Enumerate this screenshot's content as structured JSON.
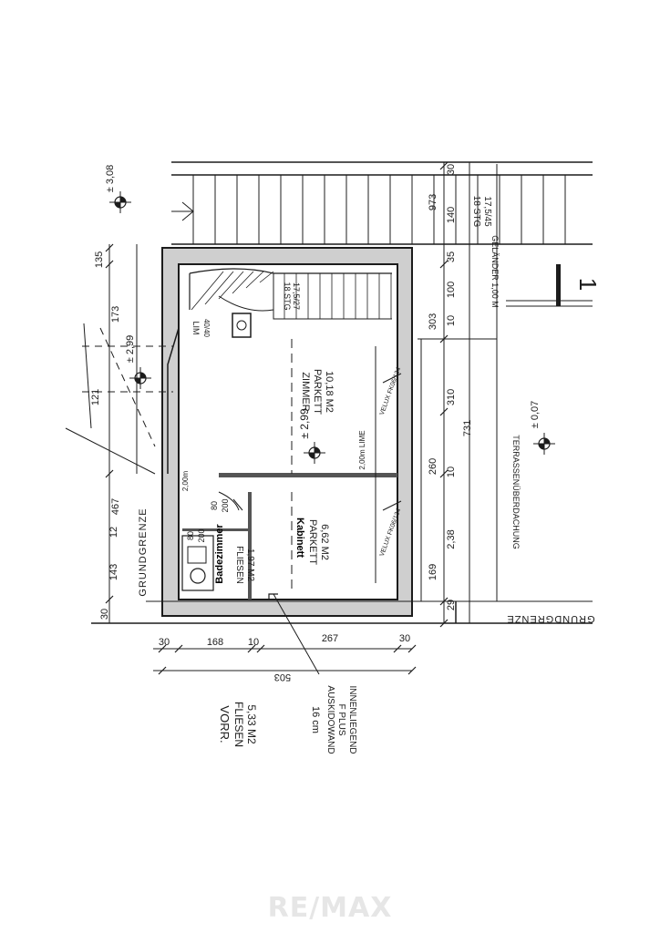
{
  "room_labels": {
    "zimmer": "ZIMMER",
    "zimmer_floor": "PARKETT",
    "zimmer_area": "10,18 M2",
    "kabinett_title": "Kabinett",
    "kabinett_floor": "PARKETT",
    "kabinett_area": "6,62 M2",
    "badezimmer_title": "Badezimmer",
    "bad_floor": "FLIESEN",
    "bad_area": "1,97 M2",
    "vorr": "VORR.",
    "vorr_floor": "FLIESEN",
    "vorr_area": "5,33 M2"
  },
  "elevations": {
    "top_left": "± 3,08",
    "left": "± 2,99",
    "center": "± 2,99",
    "right": "± 0,07"
  },
  "boundary_labels": {
    "left": "GRUNDGRENZE",
    "bottom": "GRUNDGRENZE"
  },
  "annotations": {
    "gelaender": "GELÄNDER 1,00 M",
    "terrasse": "TERRASSENÜBERDACHUNG",
    "section_marker": "1",
    "stairs_upper": "18 STG",
    "stairs_upper_dim": "17,5/45",
    "stairs_inner": "18 STG",
    "stairs_inner_dim": "17,5/27",
    "lim": "LIM",
    "lim_size": "40/40",
    "dach_zimmer": "2,00m LIME",
    "dach_left": "2,00m",
    "door_80": "80",
    "door_200": "200",
    "door_80b": "80",
    "door_200b": "200",
    "window_a": "VELUX FK06/134",
    "window_b": "VELUX FK06/134",
    "wall_note_1": "16 cm",
    "wall_note_2": "AUSKIDOWAND",
    "wall_note_3": "F PLUS",
    "wall_note_4": "INNENLIEGEND"
  },
  "dimensions": {
    "left_col": [
      "135",
      "173",
      "121",
      "467",
      "12",
      "143",
      "30"
    ],
    "right_col": [
      "30",
      "973",
      "140",
      "35",
      "100",
      "303",
      "10",
      "310",
      "731",
      "260",
      "10",
      "2,38",
      "169",
      "29"
    ],
    "bottom_row": [
      "30",
      "168",
      "10",
      "267",
      "30"
    ],
    "bottom_total": "503"
  },
  "watermark": "RE/MAX"
}
